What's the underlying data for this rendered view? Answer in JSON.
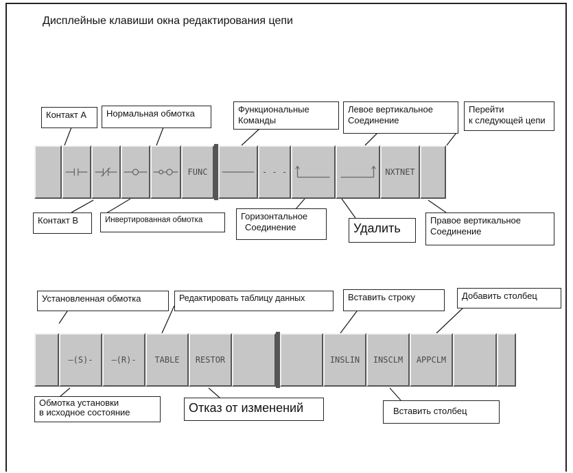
{
  "title": "Дисплейные клавиши окна редактирования цепи",
  "row1": {
    "keys": [
      {
        "label": "",
        "glyph": "blank"
      },
      {
        "label": "",
        "glyph": "contact-a"
      },
      {
        "label": "",
        "glyph": "contact-b"
      },
      {
        "label": "",
        "glyph": "coil"
      },
      {
        "label": "",
        "glyph": "inverted-coil"
      },
      {
        "label": "FUNC",
        "glyph": "text"
      },
      {
        "label": "",
        "glyph": "hline"
      },
      {
        "label": "- - -",
        "glyph": "text"
      },
      {
        "label": "",
        "glyph": "left-vertical"
      },
      {
        "label": "",
        "glyph": "right-vertical"
      },
      {
        "label": "NXTNET",
        "glyph": "text"
      },
      {
        "label": "",
        "glyph": "blank"
      }
    ],
    "callouts": {
      "contact_a": "Контакт А",
      "normal_coil": "Нормальная обмотка",
      "func_line1": "Функциональные",
      "func_line2": "Команды",
      "left_vert_line1": "Левое вертикальное",
      "left_vert_line2": "Соединение",
      "next_net_line1": "Перейти",
      "next_net_line2": "к следующей цепи",
      "contact_b": "Контакт В",
      "inverted_coil": "Инвертированная обмотка",
      "horiz_line1": "Горизонтальное",
      "horiz_line2": "Соединение",
      "delete": "Удалить",
      "right_vert_line1": "Правое вертикальное",
      "right_vert_line2": "Соединение"
    }
  },
  "row2": {
    "keys": [
      {
        "label": "",
        "glyph": "blank"
      },
      {
        "label": "—(S)-",
        "glyph": "text"
      },
      {
        "label": "—(R)-",
        "glyph": "text"
      },
      {
        "label": "TABLE",
        "glyph": "text"
      },
      {
        "label": "RESTOR",
        "glyph": "text"
      },
      {
        "label": "",
        "glyph": "blank"
      },
      {
        "label": "",
        "glyph": "blank"
      },
      {
        "label": "INSLIN",
        "glyph": "text"
      },
      {
        "label": "INSCLM",
        "glyph": "text"
      },
      {
        "label": "APPCLM",
        "glyph": "text"
      },
      {
        "label": "",
        "glyph": "blank"
      },
      {
        "label": "",
        "glyph": "blank"
      }
    ],
    "callouts": {
      "set_coil": "Установленная обмотка",
      "edit_table": "Редактировать таблицу данных",
      "insert_line": "Вставить строку",
      "append_column": "Добавить столбец",
      "reset_coil_line1": "Обмотка установки",
      "reset_coil_line2": "в исходное состояние",
      "restore": "Отказ от изменений",
      "insert_column": "Вставить столбец"
    }
  },
  "colors": {
    "key_face": "#c6c6c6",
    "key_dark": "#555555",
    "key_light": "#f2f2f2"
  }
}
